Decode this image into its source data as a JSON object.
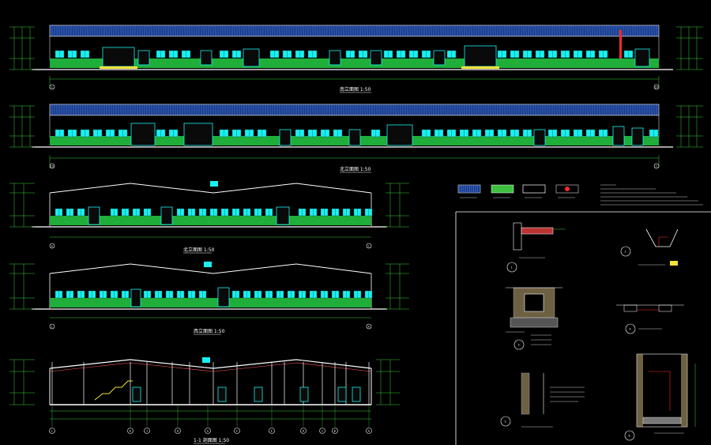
{
  "drawing": {
    "elevations": [
      {
        "id": "south",
        "title": "南立面图 1:50",
        "axis_left": "1",
        "axis_right": "19"
      },
      {
        "id": "north",
        "title": "北立面图 1:50",
        "axis_left": "19",
        "axis_right": "1"
      },
      {
        "id": "east",
        "title": "北立面图 1:50",
        "axis_left": "A",
        "axis_right": "L"
      },
      {
        "id": "west",
        "title": "西立面图 1:50",
        "axis_left": "L",
        "axis_right": "A"
      }
    ],
    "section": {
      "title": "1-1 剖面图 1:50",
      "axes": [
        "L",
        "K",
        "J",
        "H",
        "G",
        "F",
        "E",
        "D",
        "C",
        "B",
        "A"
      ]
    },
    "legend": {
      "items": [
        {
          "id": "roof-panel",
          "swatch": "#3b6bc8"
        },
        {
          "id": "wall-paint",
          "swatch": "#3fbf3f"
        },
        {
          "id": "wall-white",
          "swatch": "#ffffff"
        },
        {
          "id": "sign",
          "swatch": "#ff3030"
        }
      ]
    },
    "details": [
      {
        "no": "1"
      },
      {
        "no": "2"
      },
      {
        "no": "3"
      },
      {
        "no": "4"
      },
      {
        "no": "5"
      },
      {
        "no": "6"
      }
    ],
    "colors": {
      "roof": "#5e7bd4",
      "wall": "#1fae3a",
      "window": "#19f0f0",
      "line": "#ffffff",
      "dimension": "#3ad23a",
      "accent": "#ff2a2a"
    }
  }
}
